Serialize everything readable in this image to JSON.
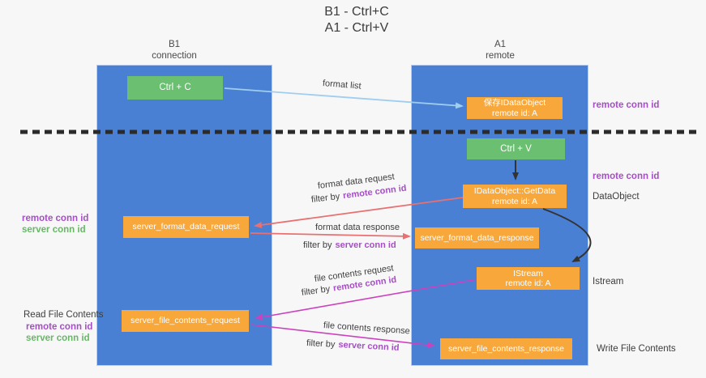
{
  "colors": {
    "blue": "#4a80d4",
    "green": "#6abf70",
    "orange": "#f8a73a",
    "purple": "#a64ec5",
    "greentext": "#67b865",
    "red": "#e97070",
    "magenta": "#cc42bd",
    "lightblue": "#9fceef",
    "ink": "#333333",
    "divider": "#2b2b2b"
  },
  "title": {
    "line1": "B1 - Ctrl+C",
    "line2": "A1 - Ctrl+V"
  },
  "lanes": {
    "left": {
      "name": "B1",
      "subtitle": "connection"
    },
    "right": {
      "name": "A1",
      "subtitle": "remote"
    }
  },
  "boxes": {
    "ctrl_c": {
      "label": "Ctrl + C"
    },
    "save_idataobject": {
      "line1": "保存IDataObject",
      "line2": "remote id: A"
    },
    "ctrl_v": {
      "label": "Ctrl + V"
    },
    "getdata": {
      "line1": "IDataObject::GetData",
      "line2": "remote id: A"
    },
    "istream": {
      "line1": "IStream",
      "line2": "remote id: A"
    },
    "server_format_data_request": {
      "label": "server_format_data_request"
    },
    "server_format_data_response": {
      "label": "server_format_data_response"
    },
    "server_file_contents_request": {
      "label": "server_file_contents_request"
    },
    "server_file_contents_response": {
      "label": "server_file_contents_response"
    }
  },
  "arrow_labels": {
    "format_list": "format list",
    "format_data_request": "format data request",
    "format_data_response": "format data response",
    "file_contents_request": "file contents request",
    "file_contents_response": "file contents response",
    "filter_by": "filter by",
    "remote_conn_id": "remote conn id",
    "server_conn_id": "server conn id"
  },
  "side_labels": {
    "remote_conn_id": "remote conn id",
    "server_conn_id": "server conn id",
    "dataobject": "DataObject",
    "istream": "Istream",
    "read_file_contents": "Read File Contents",
    "write_file_contents": "Write File Contents"
  }
}
